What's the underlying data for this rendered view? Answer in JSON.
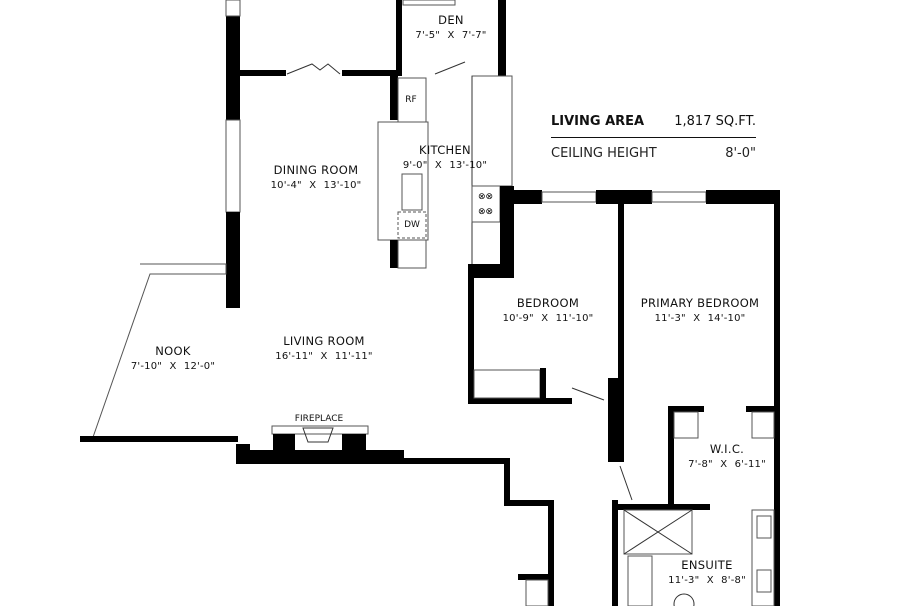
{
  "summary": {
    "living_area_label": "LIVING AREA",
    "living_area_value": "1,817 SQ.FT.",
    "ceiling_height_label": "CEILING HEIGHT",
    "ceiling_height_value": "8'-0\""
  },
  "rooms": {
    "den": {
      "name": "DEN",
      "dims": "7'-5\" X 7'-7\""
    },
    "kitchen": {
      "name": "KITCHEN",
      "dims": "9'-0\" X 13'-10\""
    },
    "dining_room": {
      "name": "DINING ROOM",
      "dims": "10'-4\" X 13'-10\""
    },
    "nook": {
      "name": "NOOK",
      "dims": "7'-10\" X 12'-0\""
    },
    "living_room": {
      "name": "LIVING ROOM",
      "dims": "16'-11\" X 11'-11\""
    },
    "bedroom": {
      "name": "BEDROOM",
      "dims": "10'-9\" X 11'-10\""
    },
    "primary_bedroom": {
      "name": "PRIMARY BEDROOM",
      "dims": "11'-3\" X 14'-10\""
    },
    "wic": {
      "name": "W.I.C.",
      "dims": "7'-8\" X 6'-11\""
    },
    "ensuite": {
      "name": "ENSUITE",
      "dims": "11'-3\" X 8'-8\""
    }
  },
  "fixtures": {
    "fireplace": "FIREPLACE",
    "refrigerator": "RF",
    "dishwasher": "DW"
  }
}
